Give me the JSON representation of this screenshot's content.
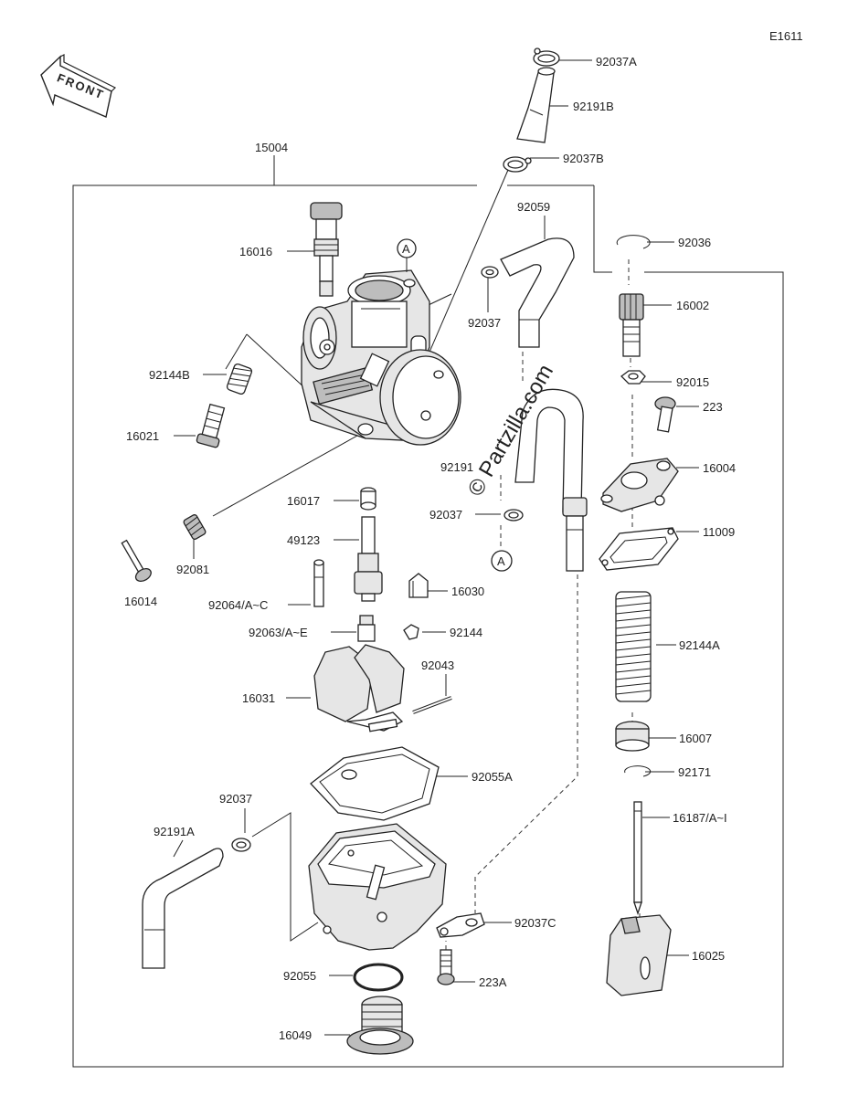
{
  "diagram_code": "E1611",
  "front_label": "FRONT",
  "watermark": "© Partzilla.com",
  "reference_marker": "A",
  "parts": {
    "p15004": "15004",
    "p92037A": "92037A",
    "p92191B": "92191B",
    "p92037B": "92037B",
    "p92059": "92059",
    "p92036": "92036",
    "p16016": "16016",
    "p92037_upper": "92037",
    "p16002": "16002",
    "p92015": "92015",
    "p223": "223",
    "p92144B": "92144B",
    "p16021": "16021",
    "p16004": "16004",
    "p92191": "92191",
    "p92037_mid": "92037",
    "p16017": "16017",
    "p11009": "11009",
    "p49123": "49123",
    "p92081": "92081",
    "p16014": "16014",
    "p16030": "16030",
    "p92064": "92064/A~C",
    "p92063": "92063/A~E",
    "p92144": "92144",
    "p92144A": "92144A",
    "p92043": "92043",
    "p16031": "16031",
    "p16007": "16007",
    "p92055A": "92055A",
    "p92171": "92171",
    "p92037_low": "92037",
    "p16187": "16187/A~I",
    "p92191A": "92191A",
    "p92037C": "92037C",
    "p16025": "16025",
    "p92055": "92055",
    "p223A": "223A",
    "p16049": "16049"
  }
}
